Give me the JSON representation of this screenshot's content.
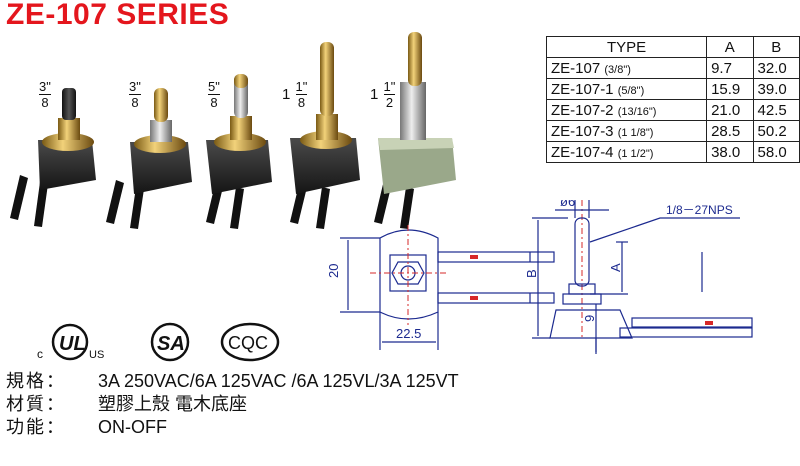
{
  "title": "ZE-107 SERIES",
  "sizes": [
    {
      "whole": "",
      "num": "3\"",
      "den": "8"
    },
    {
      "whole": "",
      "num": "3\"",
      "den": "8"
    },
    {
      "whole": "",
      "num": "5\"",
      "den": "8"
    },
    {
      "whole": "1",
      "num": "1\"",
      "den": "8"
    },
    {
      "whole": "1",
      "num": "1\"",
      "den": "2"
    }
  ],
  "table": {
    "headers": [
      "TYPE",
      "A",
      "B"
    ],
    "rows": [
      {
        "type": "ZE-107",
        "size": "(3/8\")",
        "a": "9.7",
        "b": "32.0"
      },
      {
        "type": "ZE-107-1",
        "size": "(5/8\")",
        "a": "15.9",
        "b": "39.0"
      },
      {
        "type": "ZE-107-2",
        "size": "(13/16\")",
        "a": "21.0",
        "b": "42.5"
      },
      {
        "type": "ZE-107-3",
        "size": "(1 1/8\")",
        "a": "28.5",
        "b": "50.2"
      },
      {
        "type": "ZE-107-4",
        "size": "(1 1/2\")",
        "a": "38.0",
        "b": "58.0"
      }
    ]
  },
  "drawing": {
    "dim_20": "20",
    "dim_22_5": "22.5",
    "dim_phi6": "ø6",
    "thread": "1/8－27NPS",
    "dim_B": "B",
    "dim_A": "A",
    "dim_9": "9"
  },
  "logos": {
    "ul_c": "c",
    "ul_us": "US",
    "csa": "SA",
    "cqc": "CQC"
  },
  "specs": [
    {
      "label": "規格：",
      "value": "3A 250VAC/6A 125VAC /6A 125VL/3A 125VT"
    },
    {
      "label": "材質：",
      "value": "塑膠上殼  電木底座"
    },
    {
      "label": "功能：",
      "value": "ON-OFF"
    }
  ],
  "colors": {
    "title": "#e4161d",
    "dimension": "#1c2a8f",
    "centerline": "#d62828"
  }
}
